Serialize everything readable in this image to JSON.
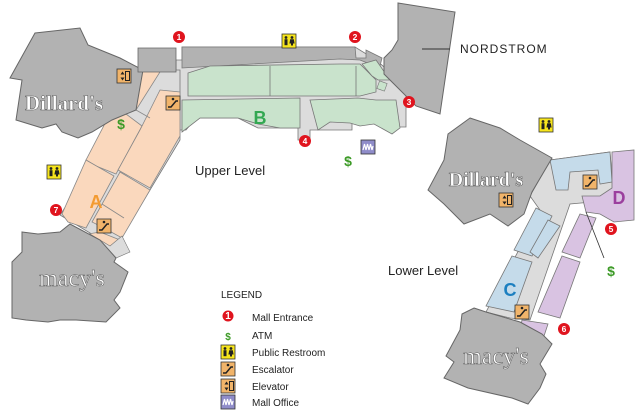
{
  "stores": {
    "dillards_upper": "Dillard's",
    "dillards_lower": "Dillard's",
    "macys_upper": "macy's",
    "macys_lower": "macy's",
    "nordstrom": "NORDSTROM"
  },
  "levels": {
    "upper": "Upper Level",
    "lower": "Lower Level"
  },
  "zones": {
    "a": "A",
    "b": "B",
    "c": "C",
    "d": "D"
  },
  "entrances": [
    "1",
    "2",
    "3",
    "4",
    "5",
    "6",
    "7"
  ],
  "legend": {
    "title": "LEGEND",
    "items": [
      {
        "icon": "mall-entrance-icon",
        "glyph": "1",
        "label": "Mall Entrance"
      },
      {
        "icon": "atm-icon",
        "glyph": "$",
        "label": "ATM"
      },
      {
        "icon": "restroom-icon",
        "glyph": "",
        "label": "Public Restroom"
      },
      {
        "icon": "escalator-icon",
        "glyph": "",
        "label": "Escalator"
      },
      {
        "icon": "elevator-icon",
        "glyph": "",
        "label": "Elevator"
      },
      {
        "icon": "mall-office-icon",
        "glyph": "",
        "label": "Mall Office"
      }
    ]
  },
  "colors": {
    "anchor": "#b2b2b2",
    "corridor": "#dcdcdc",
    "zone_a": "#fad8bd",
    "zone_b": "#c9e3cc",
    "zone_c": "#c5dbea",
    "zone_d": "#d9c3e2",
    "entrance_red": "#e0141e",
    "atm_green": "#3c9a26",
    "restroom_yellow": "#f7e51d",
    "amenity_orange": "#f1b46a",
    "office_purple": "#8f8cc9",
    "label_a": "#f39b31",
    "label_b": "#33a852",
    "label_c": "#1c7fc0",
    "label_d": "#9b3f9e"
  }
}
